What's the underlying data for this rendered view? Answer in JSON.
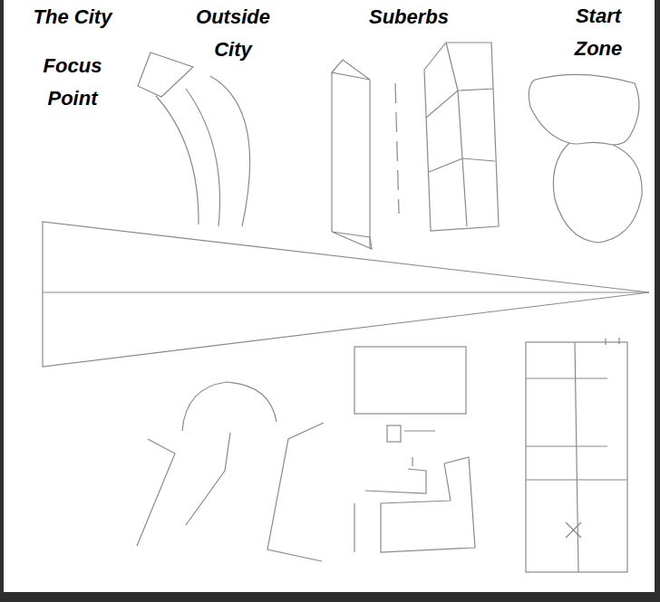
{
  "diagram": {
    "labels": [
      "The City",
      "Focus Point",
      "Outside City",
      "Suberbs",
      "Start Zone"
    ]
  }
}
